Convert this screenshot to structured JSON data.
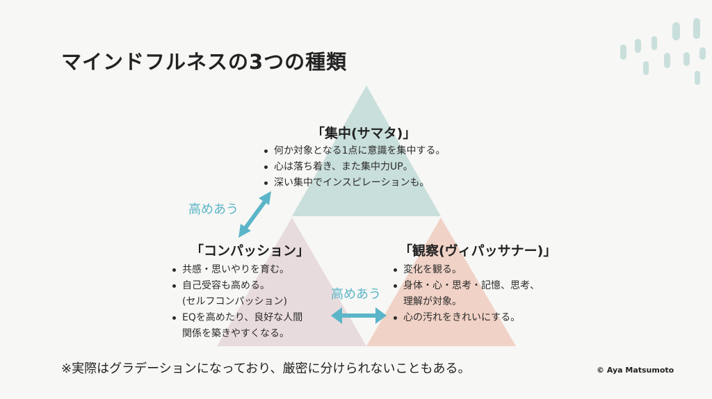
{
  "title": "マインドフルネスの3つの種類",
  "colors": {
    "samatha": "#c9dfdc",
    "compassion": "#e8dbdd",
    "vipassana": "#f1d2c6",
    "accent": "#5bb5c8"
  },
  "samatha": {
    "heading": "「集中(サマタ)」",
    "bullets": [
      "何か対象となる1点に意識を集中する。",
      "心は落ち着き、また集中力UP。",
      "深い集中でインスピレーションも。"
    ]
  },
  "compassion": {
    "heading": "「コンパッション」",
    "bullets": [
      "共感・思いやりを育む。",
      "自己受容も高める。",
      "(セルフコンパッション)",
      "EQを高めたり、良好な人間",
      "関係を築きやすくなる。"
    ]
  },
  "vipassana": {
    "heading": "「観察(ヴィパッサナー)」",
    "bullets": [
      "変化を観る。",
      "身体・心・思考・記憶、思考、",
      "理解が対象。",
      "心の汚れをきれいにする。"
    ]
  },
  "mutual": {
    "left": "高めあう",
    "bottom": "高めあう"
  },
  "footer": "※実際はグラデーションになっており、厳密に分けられないこともある。",
  "copyright": "© Aya Matsumoto"
}
